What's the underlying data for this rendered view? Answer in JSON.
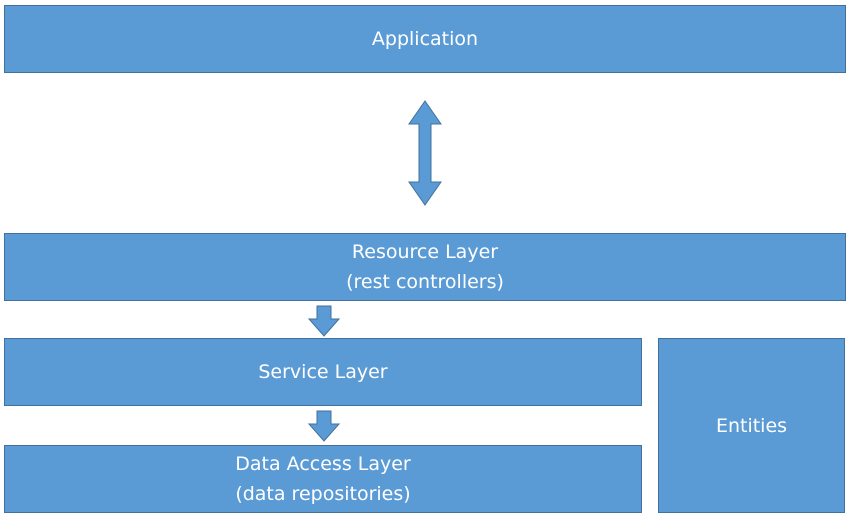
{
  "diagram": {
    "application": {
      "label": "Application"
    },
    "resource_layer": {
      "label": "Resource Layer",
      "sublabel": "(rest controllers)"
    },
    "service_layer": {
      "label": "Service Layer"
    },
    "data_access_layer": {
      "label": "Data Access Layer",
      "sublabel": "(data repositories)"
    },
    "entities": {
      "label": "Entities"
    },
    "connections": [
      {
        "from": "application",
        "to": "resource_layer",
        "type": "bidirectional"
      },
      {
        "from": "resource_layer",
        "to": "service_layer",
        "type": "down"
      },
      {
        "from": "service_layer",
        "to": "data_access_layer",
        "type": "down"
      }
    ],
    "colors": {
      "box_fill": "#5b9bd5",
      "box_border": "#41719c",
      "text": "#ffffff"
    }
  }
}
